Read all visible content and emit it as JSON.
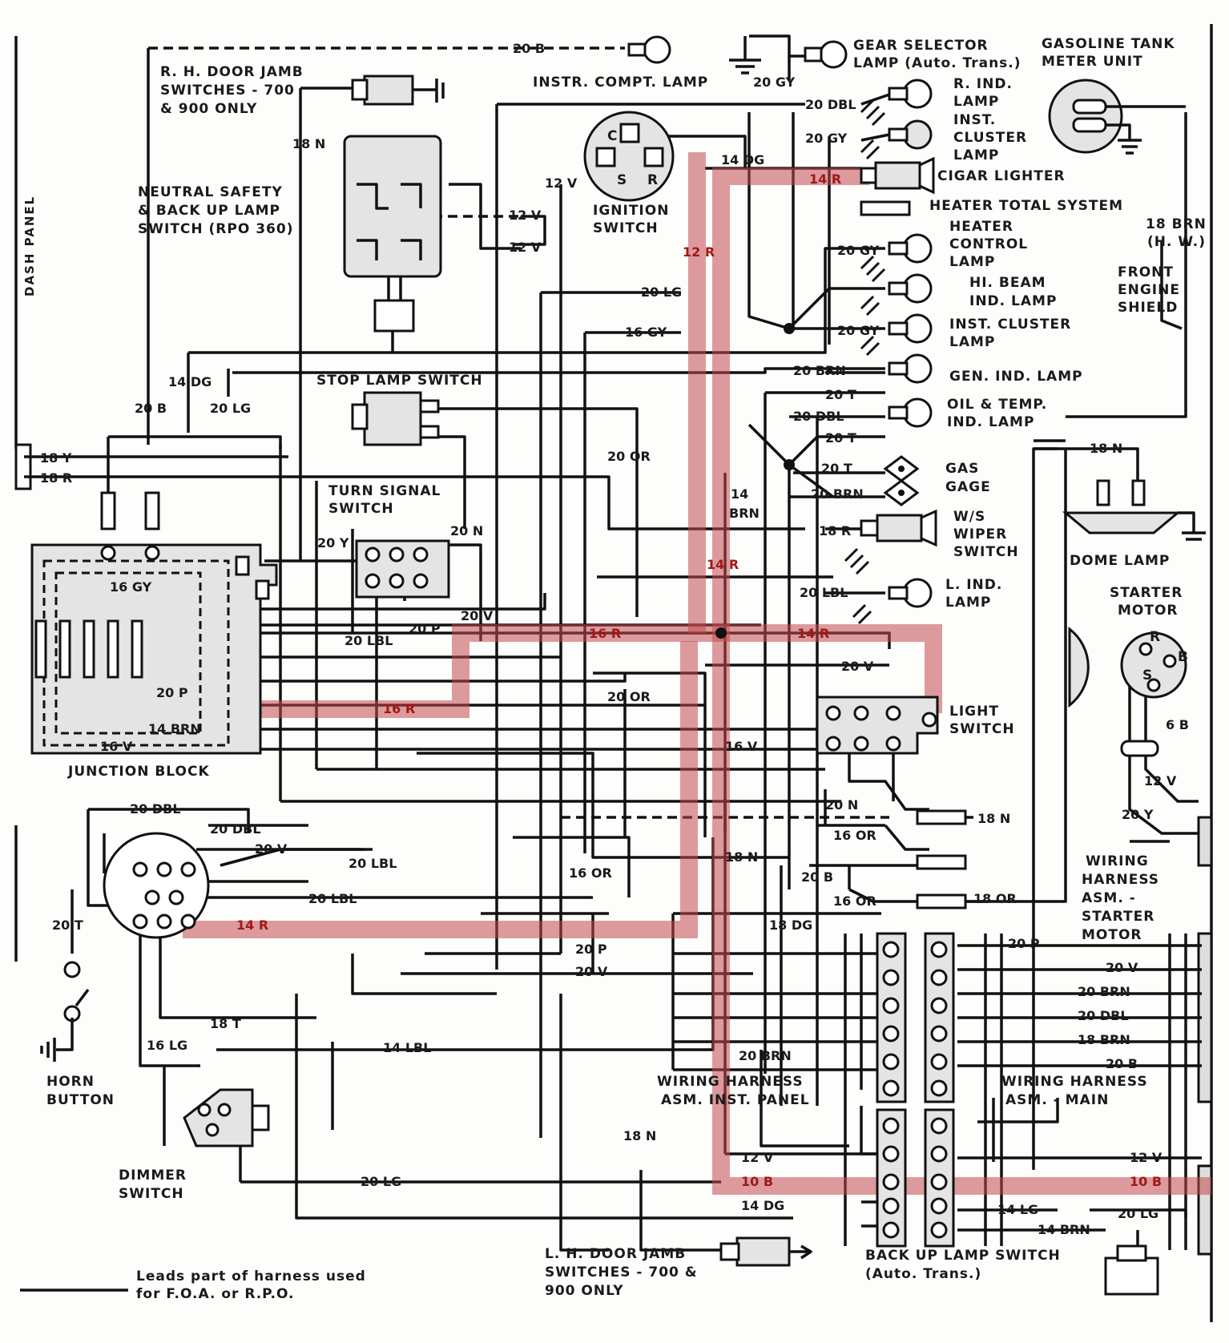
{
  "diagram": {
    "side_label": "DASH PANEL",
    "components": {
      "rh_door_jamb": [
        "R. H. DOOR JAMB",
        "SWITCHES - 700",
        "& 900 ONLY"
      ],
      "instr_compt_lamp": "INSTR. COMPT. LAMP",
      "gear_selector_lamp": [
        "GEAR SELECTOR",
        "LAMP (Auto. Trans.)"
      ],
      "gasoline_tank": [
        "GASOLINE TANK",
        "METER UNIT"
      ],
      "r_ind_lamp": [
        "R. IND.",
        "LAMP"
      ],
      "inst_cluster_lamp_top": [
        "INST.",
        "CLUSTER",
        "LAMP"
      ],
      "cigar_lighter": "CIGAR LIGHTER",
      "heater_total_system": "HEATER TOTAL SYSTEM",
      "neutral_safety": [
        "NEUTRAL SAFETY",
        "& BACK UP LAMP",
        "SWITCH (RPO 360)"
      ],
      "ignition_switch": [
        "IGNITION",
        "SWITCH"
      ],
      "heater_control_lamp": [
        "HEATER",
        "CONTROL",
        "LAMP"
      ],
      "hi_beam_lamp": [
        "HI. BEAM",
        "IND. LAMP"
      ],
      "inst_cluster_lamp_mid": [
        "INST. CLUSTER",
        "LAMP"
      ],
      "gen_ind_lamp": "GEN. IND. LAMP",
      "oil_temp_lamp": [
        "OIL & TEMP.",
        "IND. LAMP"
      ],
      "front_engine_shield": [
        "FRONT",
        "ENGINE",
        "SHIELD"
      ],
      "brn_hw": [
        "18 BRN",
        "(H. W.)"
      ],
      "stop_lamp_switch": "STOP LAMP SWITCH",
      "gas_gage": [
        "GAS",
        "GAGE"
      ],
      "ws_wiper_switch": [
        "W/S",
        "WIPER",
        "SWITCH"
      ],
      "dome_lamp": "DOME LAMP",
      "turn_signal_switch": [
        "TURN SIGNAL",
        "SWITCH"
      ],
      "l_ind_lamp": [
        "L. IND.",
        "LAMP"
      ],
      "starter_motor": [
        "STARTER",
        "MOTOR"
      ],
      "light_switch": [
        "LIGHT",
        "SWITCH"
      ],
      "junction_block": "JUNCTION BLOCK",
      "wiring_harness_starter": [
        "WIRING",
        "HARNESS",
        "ASM. -",
        "STARTER",
        "MOTOR"
      ],
      "horn_button": [
        "HORN",
        "BUTTON"
      ],
      "dimmer_switch": [
        "DIMMER",
        "SWITCH"
      ],
      "wiring_harness_inst_panel": [
        "WIRING HARNESS",
        "ASM. INST. PANEL"
      ],
      "wiring_harness_main": [
        "WIRING HARNESS",
        "ASM. - MAIN"
      ],
      "lh_door_jamb": [
        "L. H. DOOR JAMB",
        "SWITCHES - 700 &",
        "900 ONLY"
      ],
      "back_up_lamp_switch": [
        "BACK UP LAMP SWITCH",
        "(Auto. Trans.)"
      ],
      "legend": [
        "Leads part of harness used",
        "for F.O.A. or R.P.O."
      ]
    },
    "ignition_terminals": [
      "C",
      "S",
      "R"
    ],
    "starter_terminals": [
      "R",
      "B",
      "S"
    ],
    "wires": {
      "w20b_top": "20 B",
      "w20gy_top": "20 GY",
      "w18n_a": "18 N",
      "w20dbl_a": "20 DBL",
      "w20gy_a": "20 GY",
      "w14dg_a": "14 DG",
      "w14r_a": "14 R",
      "w12v_a": "12 V",
      "w12v_b": "12 V",
      "w12v_c": "12 V",
      "w12r": "12 R",
      "w20gy_b": "20 GY",
      "w20lg_a": "20 LG",
      "w16gy": "16 GY",
      "w20gy_c": "20 GY",
      "w20brn_a": "20 BRN",
      "w14dg_b": "14 DG",
      "w20b_a": "20 B",
      "w20lg_b": "20 LG",
      "w20t_a": "20 T",
      "w20dbl_b": "20 DBL",
      "w20t_b": "20 T",
      "w18y": "18 Y",
      "w18r_a": "18 R",
      "w20or_a": "20 OR",
      "w20t_c": "20 T",
      "w20brn_b": "20 BRN",
      "w14brn_a": "14",
      "w14brn_b": "BRN",
      "w18n_b": "18 N",
      "w20n_a": "20 N",
      "w20y_a": "20 Y",
      "w18r_b": "18 R",
      "w14r_b": "14 R",
      "w16gy_jb": "16 GY",
      "w20lbl_a": "20 LBL",
      "w20v_a": "20 V",
      "w20p_a": "20 P",
      "w20lbl_b": "20 LBL",
      "w16r_a": "16 R",
      "w14r_c": "14 R",
      "w20v_b": "20 V",
      "w20p_jb": "20 P",
      "w16r_b": "16 R",
      "w20or_b": "20 OR",
      "w14brn_jb": "14 BRN",
      "w16v_jb": "16 V",
      "w16v_a": "16 V",
      "w6b": "6 B",
      "w12v_d": "12 V",
      "w20dbl_c": "20 DBL",
      "w20dbl_d": "20 DBL",
      "w20v_c": "20 V",
      "w20n_b": "20 N",
      "w18n_c": "18 N",
      "w20y_b": "20 Y",
      "w16or_a": "16 OR",
      "w20lbl_c": "20 LBL",
      "w16or_b": "16 OR",
      "w18n_d": "18 N",
      "w20b_b": "20 B",
      "w16or_c": "16 OR",
      "w18or": "18 OR",
      "w20lbl_d": "20 LBL",
      "w14r_d": "14 R",
      "w20t_d": "20 T",
      "w18dg": "18 DG",
      "w20p_b": "20 P",
      "w20p_c": "20 P",
      "w20v_d": "20 V",
      "w20v_e": "20 V",
      "w20brn_c": "20 BRN",
      "w20dbl_e": "20 DBL",
      "w18brn": "18 BRN",
      "w20b_c": "20 B",
      "w18t": "18 T",
      "w16lg": "16 LG",
      "w14lbl": "14 LBL",
      "w20brn_d": "20 BRN",
      "w18n_e": "18 N",
      "w12v_e": "12 V",
      "w12v_f": "12 V",
      "w10b_a": "10 B",
      "w10b_b": "10 B",
      "w14dg_c": "14 DG",
      "w14lg": "14 LG",
      "w20lg_c": "20 LG",
      "w14brn_c": "14 BRN",
      "w20lg_d": "20 LG"
    }
  }
}
